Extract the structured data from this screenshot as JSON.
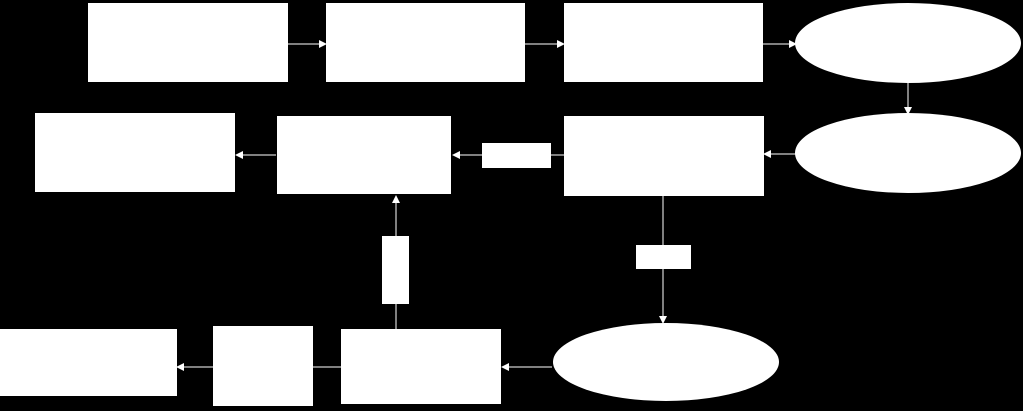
{
  "diagram": {
    "background_color": "#000000",
    "node_fill_color": "#ffffff",
    "edge_color": "#ffffff",
    "nodes": [
      {
        "id": "n1",
        "label": ""
      },
      {
        "id": "n2",
        "label": ""
      },
      {
        "id": "n3",
        "label": ""
      },
      {
        "id": "n4",
        "label": ""
      },
      {
        "id": "n5",
        "label": ""
      },
      {
        "id": "n6",
        "label": ""
      },
      {
        "id": "n7",
        "label": ""
      },
      {
        "id": "n8",
        "label": ""
      },
      {
        "id": "n9",
        "label": ""
      },
      {
        "id": "n10",
        "label": ""
      },
      {
        "id": "n11",
        "label": ""
      },
      {
        "id": "n12",
        "label": ""
      },
      {
        "id": "edge-label-1",
        "label": ""
      },
      {
        "id": "edge-label-2",
        "label": ""
      },
      {
        "id": "edge-label-3",
        "label": ""
      }
    ],
    "edges": [
      {
        "from": "n1",
        "to": "n2"
      },
      {
        "from": "n2",
        "to": "n3"
      },
      {
        "from": "n3",
        "to": "n4"
      },
      {
        "from": "n4",
        "to": "n5"
      },
      {
        "from": "n5",
        "to": "n6"
      },
      {
        "from": "n6",
        "to": "n7"
      },
      {
        "from": "n7",
        "to": "n8"
      },
      {
        "from": "n6",
        "to": "n9"
      },
      {
        "from": "n9",
        "to": "n10"
      },
      {
        "from": "n10",
        "to": "n11"
      },
      {
        "from": "n11",
        "to": "n12"
      },
      {
        "from": "n10",
        "to": "n7"
      }
    ]
  }
}
